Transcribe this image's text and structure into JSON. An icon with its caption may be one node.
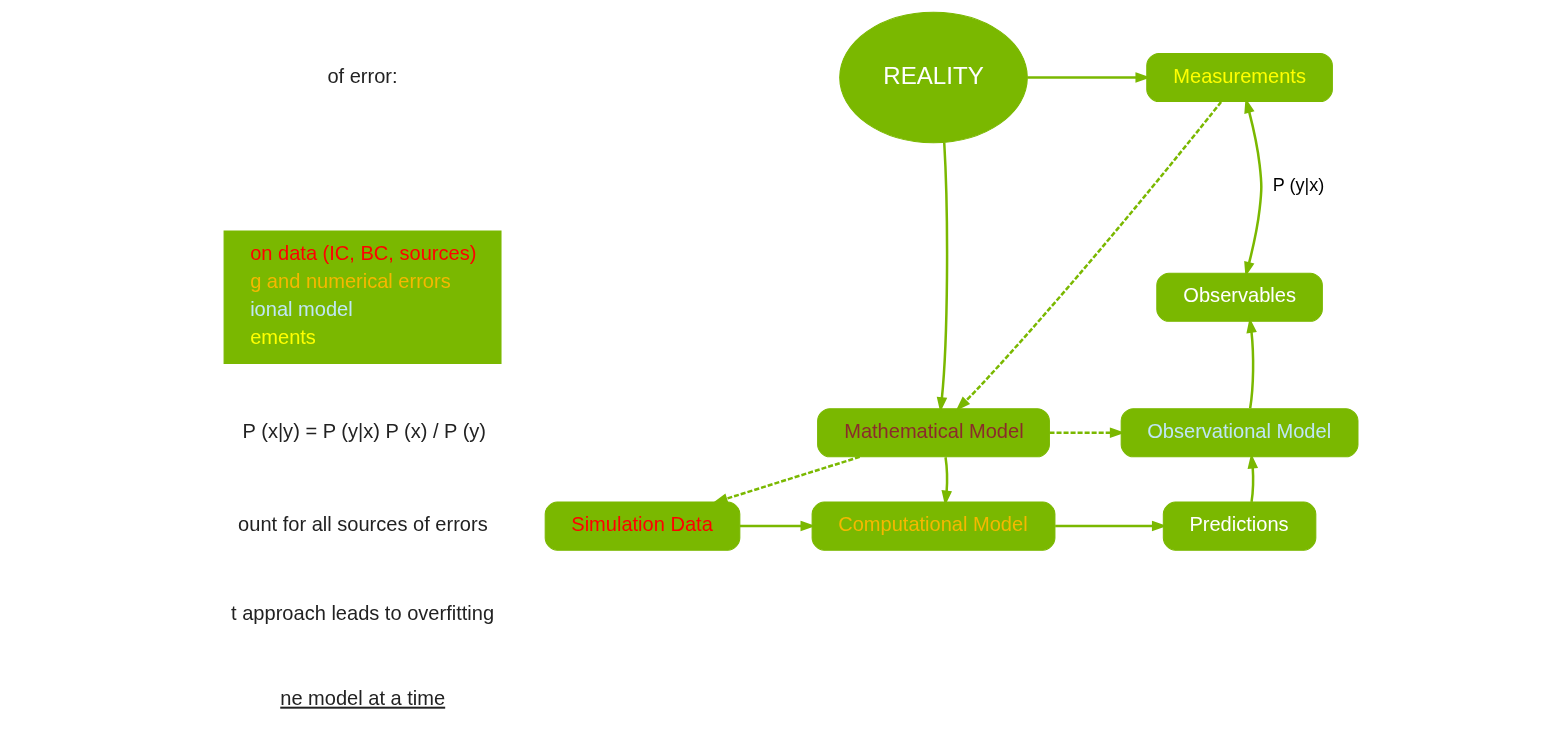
{
  "diagram": {
    "nodes": [
      {
        "text": [
          "on data (IC, BC, sources)",
          "g and numerical errors",
          "ional model",
          "ements"
        ]
      },
      {
        "text": [
          "REALITY"
        ]
      },
      {
        "text": [
          "Measurements"
        ]
      },
      {
        "text": [
          "Mathematical Model"
        ]
      },
      {
        "text": [
          "Observables"
        ]
      },
      {
        "text": [
          "Observational Model"
        ]
      },
      {
        "text": [
          "Simulation Data"
        ]
      },
      {
        "text": [
          "Computational Model"
        ]
      },
      {
        "text": [
          "Predictions"
        ]
      }
    ],
    "edges": [
      {
        "from": 1,
        "to": 2,
        "arrow": "to"
      },
      {
        "from": 2,
        "to": 3,
        "arrow": "to",
        "style": "dashed"
      },
      {
        "from": 1,
        "to": 3,
        "arrow": "to"
      },
      {
        "from": 2,
        "to": 4,
        "arrow": "both",
        "label": "P (y|x)"
      },
      {
        "from": 3,
        "to": 5,
        "arrow": "to",
        "style": "dashed"
      },
      {
        "from": 3,
        "to": 6,
        "arrow": "to",
        "style": "dashed"
      },
      {
        "from": 3,
        "to": 7,
        "arrow": "to"
      },
      {
        "from": 6,
        "to": 7,
        "arrow": "to"
      },
      {
        "from": 7,
        "to": 8,
        "arrow": "to"
      },
      {
        "from": 8,
        "to": 5,
        "arrow": "to"
      },
      {
        "from": 5,
        "to": 4,
        "arrow": "to"
      }
    ],
    "labels": [
      "of error:",
      "P (x|y) = P (y|x) P (x) / P (y)",
      "ount for all sources of errors",
      "t approach leads to overfitting",
      "ne model at a time"
    ]
  }
}
